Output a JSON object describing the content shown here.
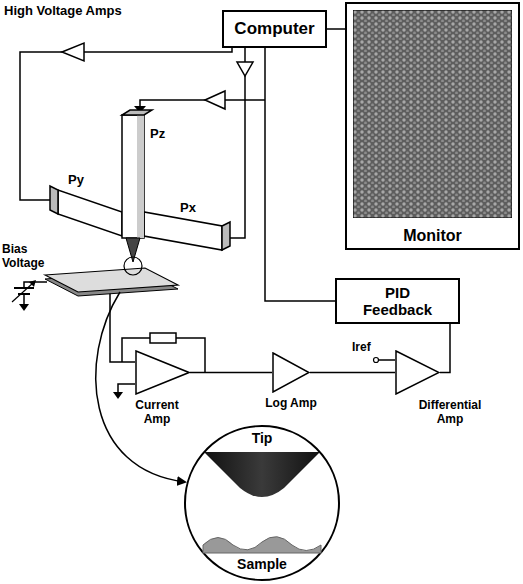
{
  "diagram": {
    "nodes": [
      {
        "text": [
          "Computer"
        ]
      },
      {
        "text": [
          "Monitor"
        ]
      },
      {
        "text": [
          "PID Feedback"
        ]
      },
      {
        "text": [
          "Current Amp"
        ]
      },
      {
        "text": [
          "Log Amp"
        ]
      },
      {
        "text": [
          "Differential Amp"
        ]
      }
    ],
    "edges": [
      {
        "from": 0,
        "to": 1,
        "arrow": "none"
      },
      {
        "from": 0,
        "to": 2,
        "arrow": "none"
      },
      {
        "from": 3,
        "to": 4,
        "arrow": "none"
      },
      {
        "from": 4,
        "to": 5,
        "arrow": "none"
      },
      {
        "from": 5,
        "to": 2,
        "arrow": "none"
      }
    ],
    "labels": [
      "High Voltage Amps",
      "Py",
      "Pz",
      "Px",
      "Bias Voltage",
      "Iref",
      "Tip",
      "Sample"
    ]
  }
}
